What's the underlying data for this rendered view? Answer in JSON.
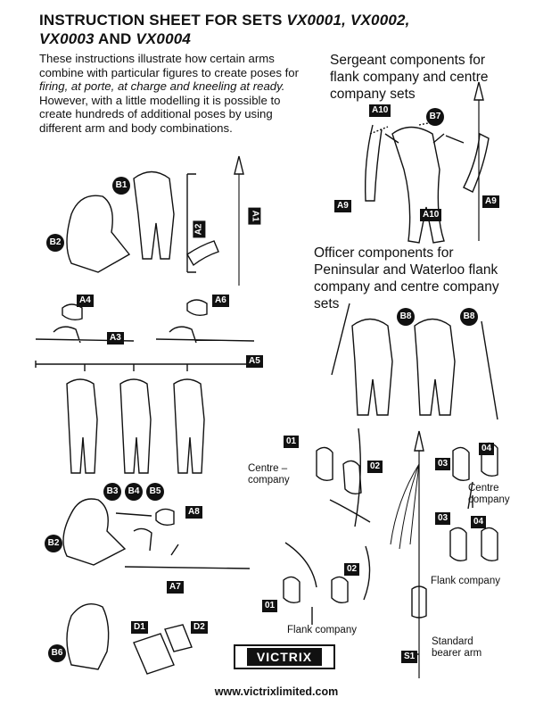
{
  "header": {
    "title_prefix": "INSTRUCTION SHEET FOR SETS ",
    "title_sets_a": "VX0001, VX0002,",
    "title_sets_b": "VX0003",
    "title_and": " AND ",
    "title_sets_c": "VX0004"
  },
  "intro": {
    "line1": "These instructions illustrate how certain arms combine with particular figures to create poses for ",
    "poses": "firing, at porte, at charge and kneeling at ready.",
    "line2": "However, with a little modelling it is possible to create hundreds of additional poses by using different arm and body combinations."
  },
  "sergeant": {
    "heading": "Sergeant components for flank company and centre company sets",
    "tags": [
      "A10",
      "B7",
      "A9",
      "A10",
      "A9"
    ]
  },
  "officer": {
    "heading": "Officer components for Peninsular and Waterloo flank company and centre company sets",
    "labels": {
      "centre_company_left": "Centre – company",
      "centre_company_right": "Centre company",
      "flank_company_bottom": "Flank company",
      "flank_company_right": "Flank company",
      "standard_bearer": "Standard bearer arm"
    },
    "tags": {
      "b8a": "B8",
      "b8b": "B8",
      "o01a": "01",
      "o02a": "02",
      "o03a": "03",
      "o04a": "04",
      "o03b": "03",
      "o04b": "04",
      "o01b": "01",
      "o02b": "02",
      "s1": "S1"
    }
  },
  "left_tags": {
    "b1": "B1",
    "b2": "B2",
    "a2": "A2",
    "a1": "A1",
    "a4": "A4",
    "a6": "A6",
    "a3": "A3",
    "a5": "A5",
    "b3": "B3",
    "b4": "B4",
    "b5": "B5",
    "a8": "A8",
    "b2b": "B2",
    "a7": "A7",
    "d1": "D1",
    "d2": "D2",
    "b6": "B6"
  },
  "footer": {
    "logo": "VICTRIX",
    "url": "www.victrixlimited.com"
  }
}
